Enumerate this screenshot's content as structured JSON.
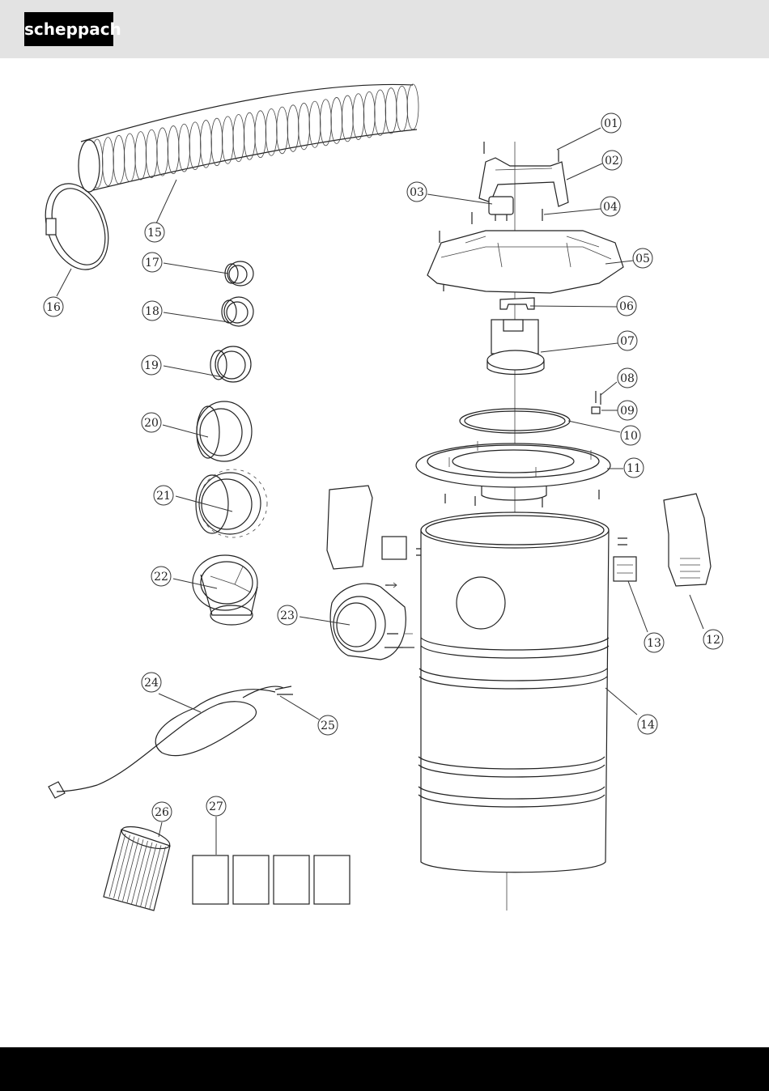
{
  "brand": {
    "logo_text": "scheppach",
    "header_color": "#e3e3e3",
    "footer_color": "#000000"
  },
  "parts": [
    {
      "num": "01"
    },
    {
      "num": "02"
    },
    {
      "num": "03"
    },
    {
      "num": "04"
    },
    {
      "num": "05"
    },
    {
      "num": "06"
    },
    {
      "num": "07"
    },
    {
      "num": "08"
    },
    {
      "num": "09"
    },
    {
      "num": "10"
    },
    {
      "num": "11"
    },
    {
      "num": "12"
    },
    {
      "num": "13"
    },
    {
      "num": "14"
    },
    {
      "num": "15"
    },
    {
      "num": "16"
    },
    {
      "num": "17"
    },
    {
      "num": "18"
    },
    {
      "num": "19"
    },
    {
      "num": "20"
    },
    {
      "num": "21"
    },
    {
      "num": "22"
    },
    {
      "num": "23"
    },
    {
      "num": "24"
    },
    {
      "num": "25"
    },
    {
      "num": "26"
    },
    {
      "num": "27"
    }
  ]
}
